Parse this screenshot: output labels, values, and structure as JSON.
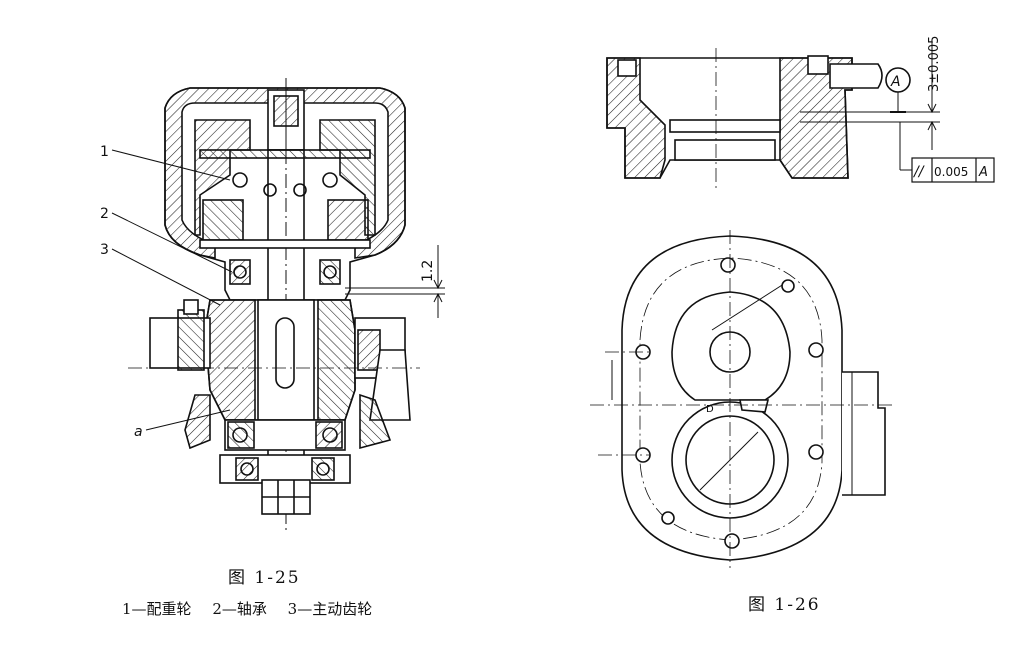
{
  "figure_1_25": {
    "caption": "图  1-25",
    "legend": [
      "1—配重轮",
      "2—轴承",
      "3—主动齿轮"
    ],
    "callouts": [
      "1",
      "2",
      "3",
      "a"
    ],
    "dimension": "1.2"
  },
  "figure_1_26": {
    "caption": "图  1-26",
    "datum": "A",
    "dimension": "3±0.005",
    "tolerance_symbol": "//",
    "tolerance_value": "0.005",
    "tolerance_datum": "A",
    "small_mark": "D"
  }
}
